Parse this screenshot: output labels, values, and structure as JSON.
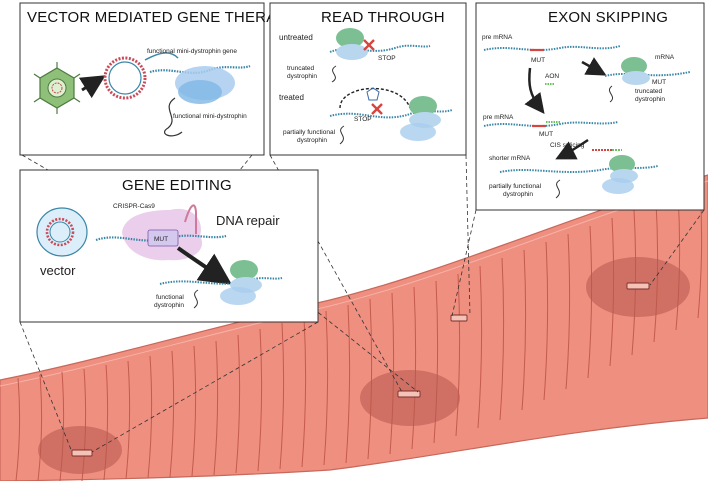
{
  "panels": {
    "vector": {
      "title": "VECTOR MEDIATED GENE THERAPY",
      "gene_label": "functional mini-dystrophin gene",
      "protein_label": "functional mini-dystrophin"
    },
    "read_through": {
      "title": "READ THROUGH",
      "untreated": "untreated",
      "treated": "treated",
      "stop_top": "STOP",
      "stop_bottom": "STOP",
      "truncated_1": "truncated",
      "truncated_2": "dystrophin",
      "partial_1": "partially functional",
      "partial_2": "dystrophin"
    },
    "exon": {
      "title": "EXON SKIPPING",
      "pre_mrna_1": "pre mRNA",
      "mut_1": "MUT",
      "mrna": "mRNA",
      "aon": "AON",
      "mut_small": "MUT",
      "truncated_1": "truncated",
      "truncated_2": "dystrophin",
      "pre_mrna_2": "pre mRNA",
      "mut_2": "MUT",
      "cis": "CIS splicing",
      "shorter": "shorter mRNA",
      "partial_1": "partially functional",
      "partial_2": "dystrophin"
    },
    "gene_editing": {
      "title": "GENE EDITING",
      "crispr": "CRISPR-Cas9",
      "repair": "DNA repair",
      "mut": "MUT",
      "vector": "vector",
      "functional_1": "functional",
      "functional_2": "dystrophin"
    }
  },
  "colors": {
    "muscle": "#e98a7c",
    "muscle_dark": "#c05a4e",
    "dna": "#3a86a8",
    "ribosome": "#7bbf93",
    "protein": "#b8d7ee",
    "stop": "#d6453f"
  }
}
